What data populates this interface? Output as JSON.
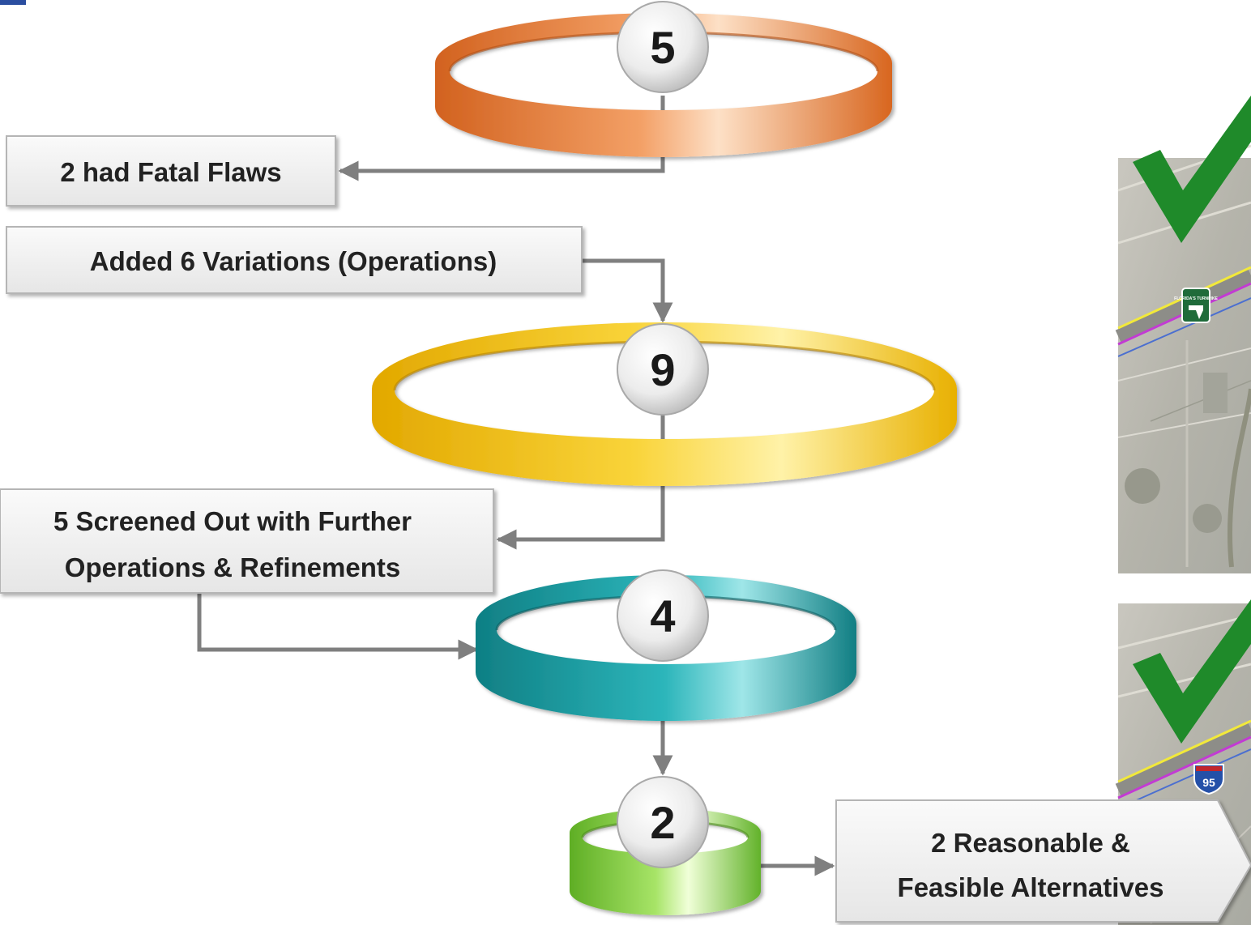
{
  "rings": [
    {
      "id": "ring-5",
      "number": "5",
      "color": "#e8792f"
    },
    {
      "id": "ring-9",
      "number": "9",
      "color": "#f2c10a"
    },
    {
      "id": "ring-4",
      "number": "4",
      "color": "#1a9a9e"
    },
    {
      "id": "ring-2",
      "number": "2",
      "color": "#7dcb3c"
    }
  ],
  "boxes": {
    "fatal_flaws": "2 had Fatal Flaws",
    "added_variations": "Added 6 Variations (Operations)",
    "screened_out_line1": "5 Screened Out with Further",
    "screened_out_line2": "Operations  & Refinements",
    "reasonable_line1": "2 Reasonable &",
    "reasonable_line2": "Feasible Alternatives"
  },
  "map_icons": {
    "turnpike_shield": "FLORIDA'S TURNPIKE",
    "interstate_shield": "95"
  },
  "colors": {
    "check_green": "#1f8a2a",
    "arrow_gray": "#7f7f7f",
    "box_fill": "#eeeeee",
    "accent_blue": "#2b4ea0"
  }
}
